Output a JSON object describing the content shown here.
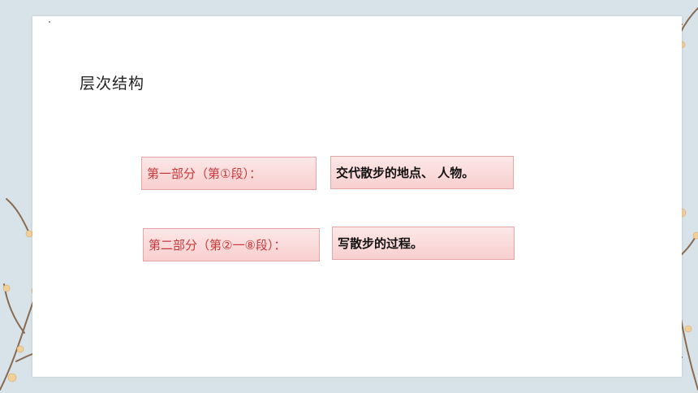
{
  "slide": {
    "title": "层次结构",
    "rows": [
      {
        "label": "第一部分（第①段）：",
        "desc": "交代散步的地点、 人物。"
      },
      {
        "label": "第二部分（第②一⑧段）：",
        "desc": "写散步的过程。"
      }
    ]
  },
  "colors": {
    "label_text": "#c63a3a",
    "box_fill": "#f8cfcf",
    "box_border": "#e7a6a6",
    "background": "#d7e3e8"
  },
  "icons": [
    "plum-blossom-branch-left",
    "plum-blossom-branch-right"
  ]
}
